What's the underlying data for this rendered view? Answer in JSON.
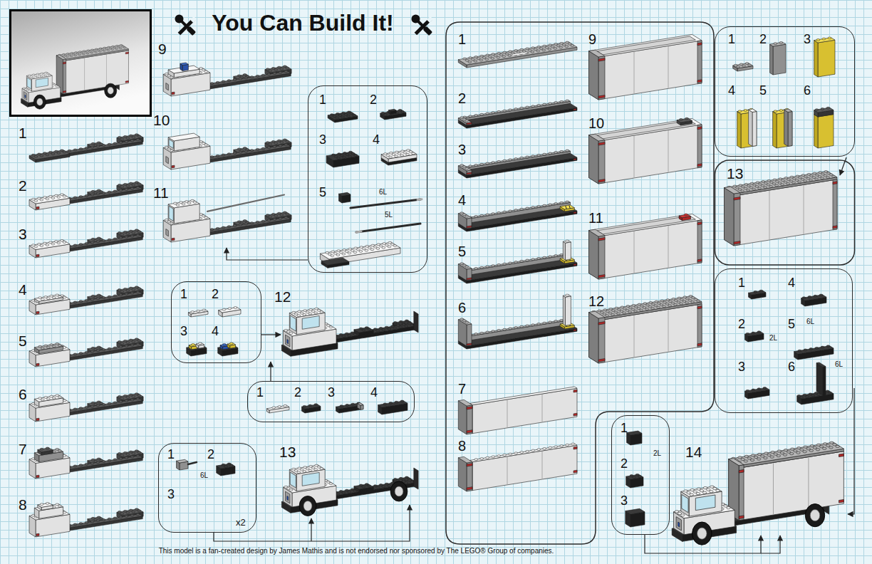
{
  "diagram": {
    "title": "You Can Build It!",
    "caption": "This model is a fan-created design by James Mathis and is not endorsed nor sponsored by The LEGO® Group of companies.",
    "nodes": [
      {
        "text": [
          "1",
          "2",
          "3",
          "4",
          "5",
          "6L",
          "5L"
        ]
      },
      {
        "text": [
          "1",
          "2",
          "3",
          "4"
        ]
      },
      {
        "text": [
          "1",
          "2",
          "3",
          "4"
        ]
      },
      {
        "text": [
          "1",
          "2",
          "3",
          "6L",
          "x2"
        ]
      },
      {
        "text": [
          "1",
          "2",
          "3",
          "4",
          "5",
          "6",
          "7",
          "8",
          "9",
          "10",
          "11",
          "12"
        ]
      },
      {
        "text": [
          "1",
          "2",
          "3",
          "4",
          "5",
          "6"
        ]
      },
      {
        "text": [
          "1",
          "4",
          "2",
          "2L",
          "5",
          "6L",
          "3",
          "6",
          "6L"
        ]
      },
      {
        "text": [
          "1",
          "2L",
          "2",
          "3"
        ]
      }
    ],
    "labels": [
      "1",
      "2",
      "3",
      "4",
      "5",
      "6",
      "7",
      "8",
      "9",
      "10",
      "11",
      "12",
      "13",
      "13",
      "14"
    ]
  }
}
